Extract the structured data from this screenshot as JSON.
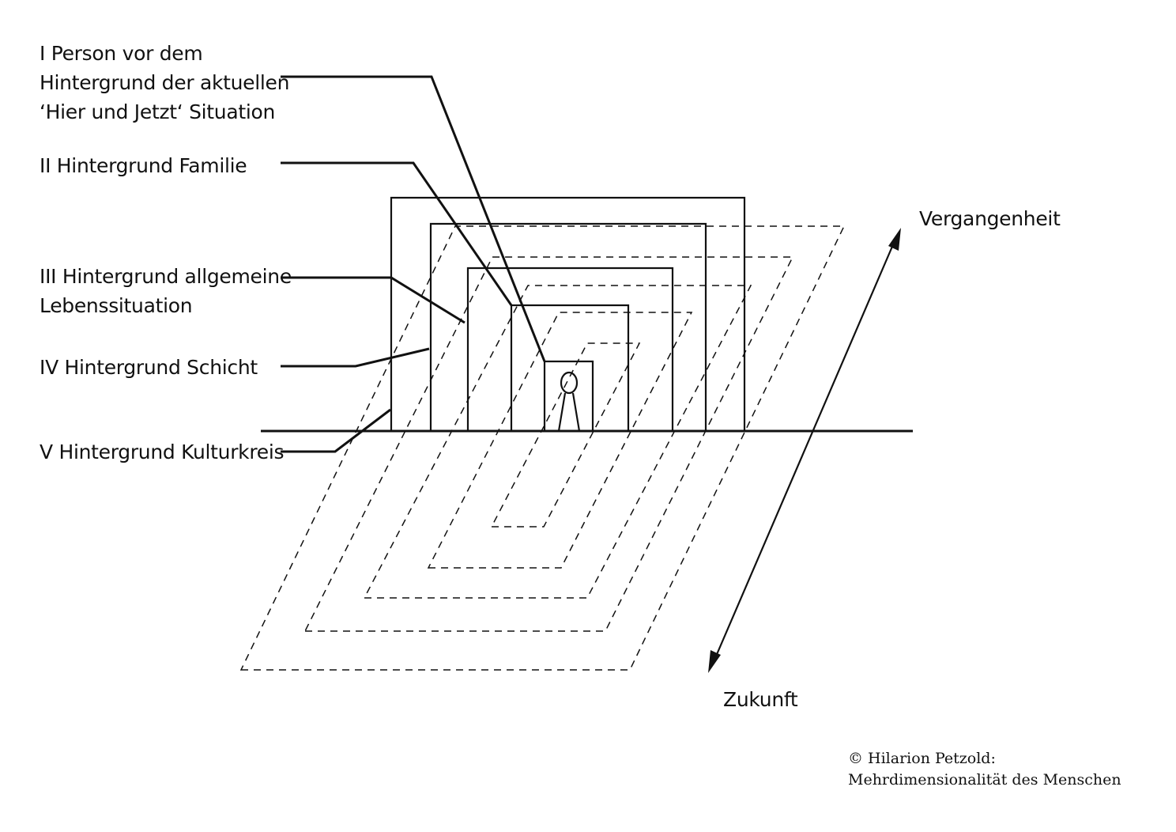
{
  "labels": {
    "layer1": [
      "I Person vor dem",
      "Hintergrund der aktuellen",
      "‘Hier und Jetzt‘ Situation"
    ],
    "layer2": "II Hintergrund Familie",
    "layer3": [
      "III Hintergrund allgemeine",
      "Lebenssituation"
    ],
    "layer4": "IV Hintergrund Schicht",
    "layer5": "V Hintergrund Kulturkreis"
  },
  "axis": {
    "past": "Vergangenheit",
    "future": "Zukunft"
  },
  "credit": {
    "line1": "© Hilarion Petzold:",
    "line2": "Mehrdimensionalität des Menschen"
  },
  "colors": {
    "ink": "#111111",
    "background": "#ffffff"
  }
}
